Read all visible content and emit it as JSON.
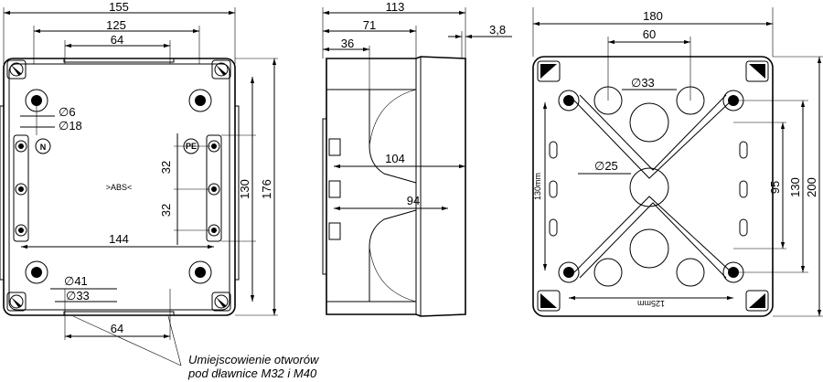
{
  "front_view": {
    "dims": {
      "width_total": "155",
      "width_mid": "125",
      "width_inner": "64",
      "hole_d6": "6",
      "hole_d18": "18",
      "gap_upper": "32",
      "gap_lower": "32",
      "rail_span": "144",
      "height_rails": "130",
      "height_total": "176",
      "gland_d41": "41",
      "gland_d33": "33",
      "bottom_64": "64"
    },
    "marks": {
      "n": "N",
      "pe": "PE",
      "material": ">ABS<"
    }
  },
  "side_view": {
    "dims": {
      "depth_total": "113",
      "depth_71": "71",
      "depth_36": "36",
      "lid_3_8": "3,8",
      "inner_104": "104",
      "inner_94": "94"
    }
  },
  "back_view": {
    "dims": {
      "width_total": "180",
      "spacing_60": "60",
      "hole_d33": "33",
      "hole_d25": "25",
      "v_95": "95",
      "v_130": "130",
      "v_200": "200"
    },
    "labels": {
      "v_130mm": "130mm",
      "h_125mm": "125mm"
    }
  },
  "caption": {
    "line1": "Umiejscowienie otworów",
    "line2": "pod dławnice M32 i M40"
  }
}
